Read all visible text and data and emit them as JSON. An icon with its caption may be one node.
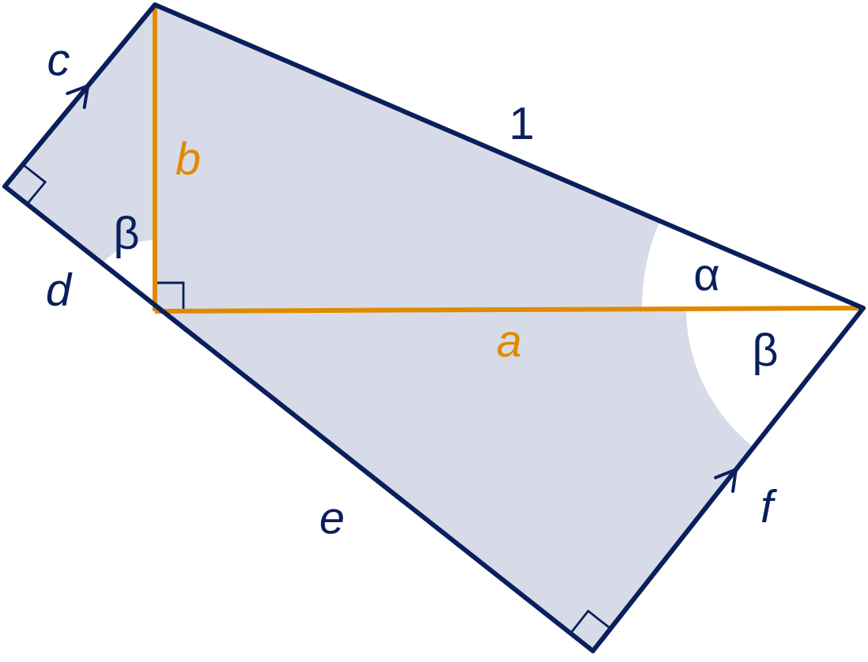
{
  "diagram": {
    "labels": [
      "c",
      "b",
      "1",
      "β",
      "α",
      "d",
      "a",
      "β",
      "e",
      "f"
    ]
  }
}
